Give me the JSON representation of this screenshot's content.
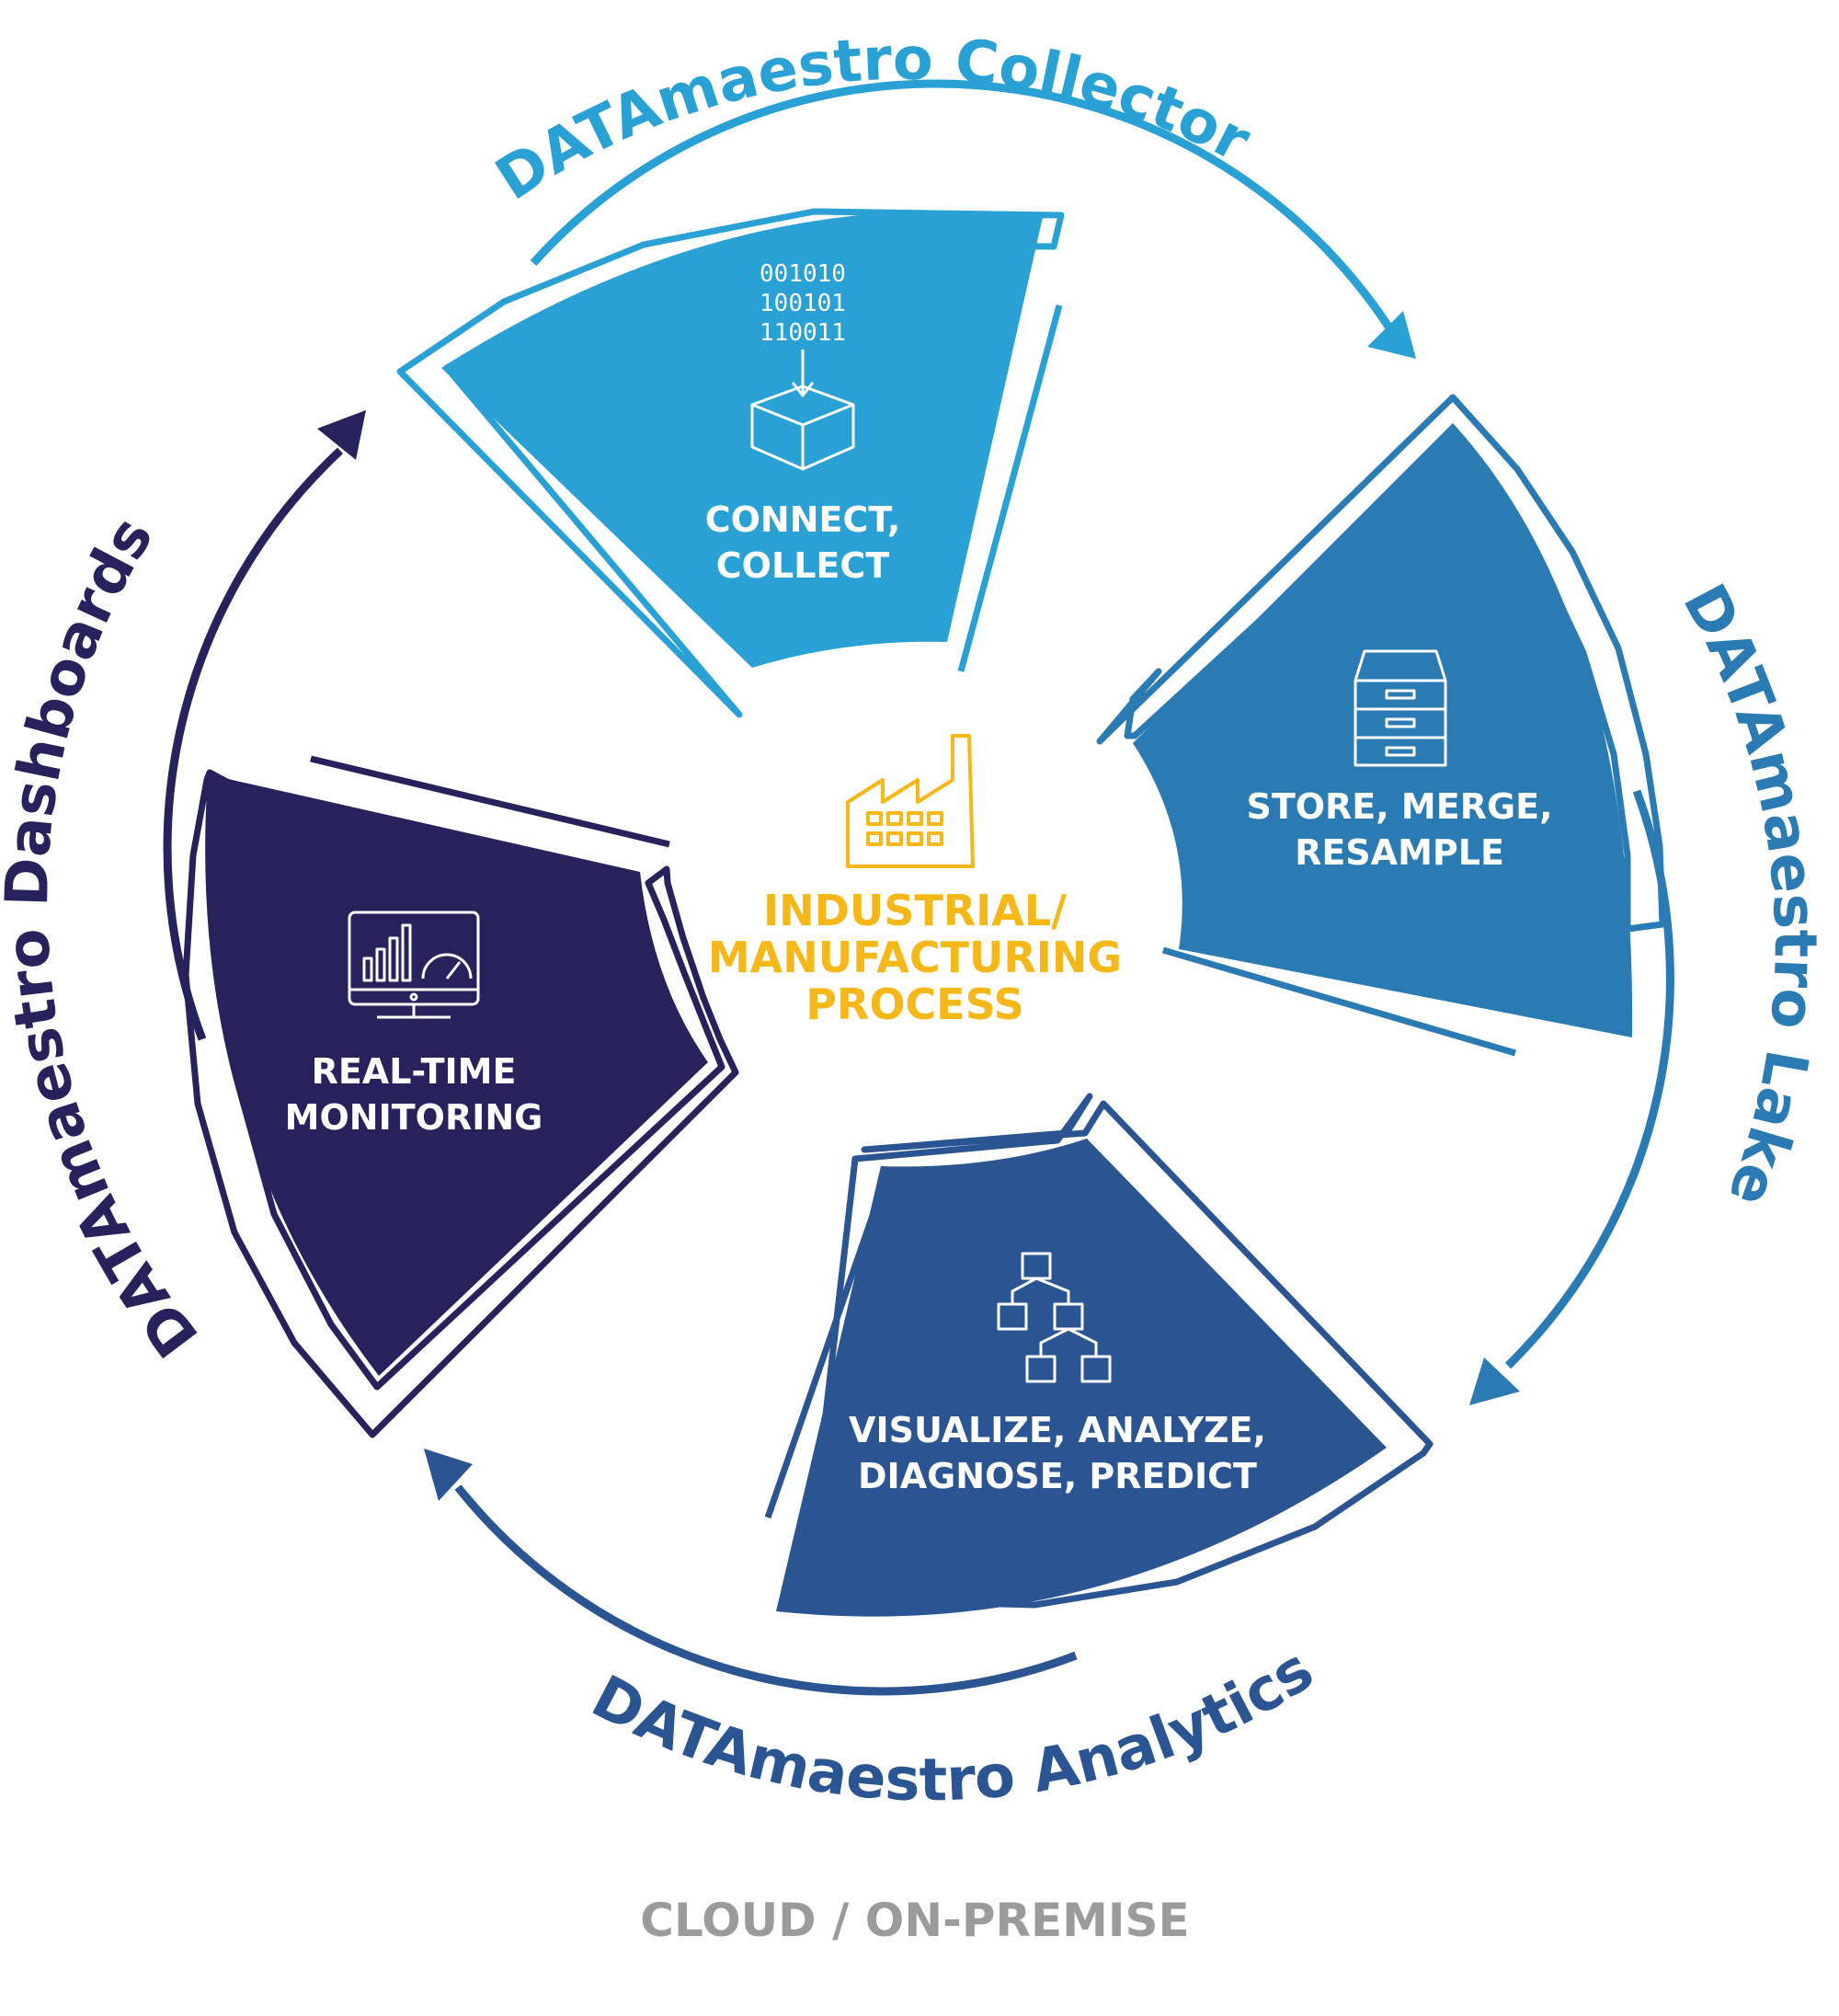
{
  "colors": {
    "collector": "#29a1d4",
    "lake": "#2a7ab3",
    "analytics": "#2b5592",
    "dashboards": "#27225b",
    "center": "#f6b719",
    "footer": "#9b9b9b"
  },
  "segments": {
    "collector": {
      "icon": "data-box-icon",
      "binary": [
        "001010",
        "100101",
        "110011"
      ],
      "line1": "CONNECT,",
      "line2": "COLLECT"
    },
    "lake": {
      "icon": "storage-cabinet-icon",
      "line1": "STORE, MERGE,",
      "line2": "RESAMPLE"
    },
    "analytics": {
      "icon": "flowchart-icon",
      "line1": "VISUALIZE, ANALYZE,",
      "line2": "DIAGNOSE, PREDICT"
    },
    "dashboards": {
      "icon": "monitor-chart-icon",
      "line1": "REAL-TIME",
      "line2": "MONITORING"
    }
  },
  "products": {
    "collector": "DATAmaestro Collector",
    "lake": "DATAmaestro Lake",
    "analytics": "DATAmaestro Analytics",
    "dashboards": "DATAmaestro Dashboards"
  },
  "center": {
    "icon": "factory-icon",
    "line1": "INDUSTRIAL/",
    "line2": "MANUFACTURING",
    "line3": "PROCESS"
  },
  "footer": "CLOUD / ON-PREMISE"
}
